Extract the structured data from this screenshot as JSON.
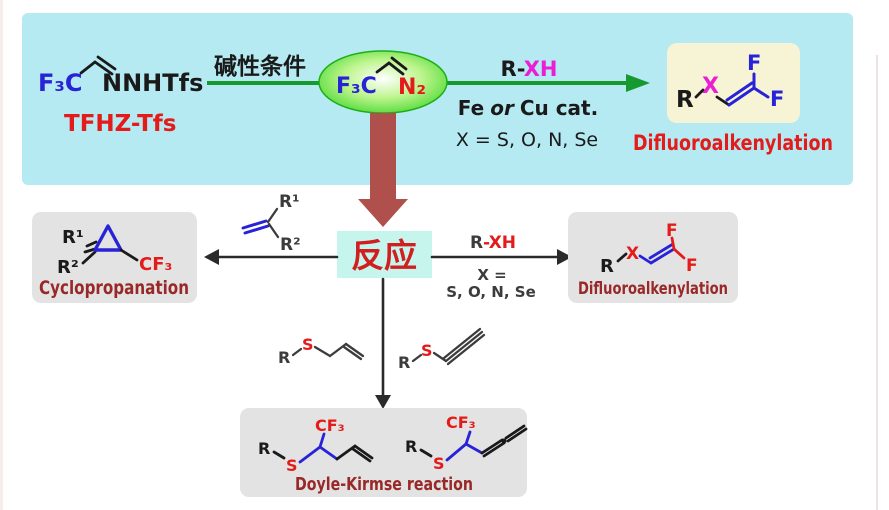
{
  "colors": {
    "banner_bg": "#b5eaf2",
    "hub_bg": "#c6f5ee",
    "green_arrow": "#169a30",
    "ellipse_green": "#2fd11d",
    "brick_arrow": "#b0504c",
    "bright_red": "#e31b1b",
    "maroon_label": "#992828",
    "blue": "#2823d6",
    "magenta": "#ea1fd5",
    "gray_box": "#e3e3e3",
    "cream_box": "#f7f4d6"
  },
  "banner": {
    "reactant": {
      "cf3": "F₃C",
      "rest": "NNHTfs",
      "name": "TFHZ-Tfs"
    },
    "step1_condition": "碱性条件",
    "diazo": {
      "cf3": "F₃C",
      "n2": "N₂"
    },
    "step2": {
      "r": "R",
      "dash": "-",
      "xh": "XH",
      "cat_fe": "Fe",
      "cat_or": "or",
      "cat_cu": "Cu cat.",
      "x_scope": "X = S, O, N, Se"
    },
    "product": {
      "r": "R",
      "x": "X",
      "f_top": "F",
      "f_right": "F"
    },
    "product_label": "Difluoroalkenylation"
  },
  "hub": {
    "label": "反应"
  },
  "cyclopropanation": {
    "reagent": {
      "r1": "R¹",
      "r2": "R²"
    },
    "product": {
      "r1": "R¹",
      "r2": "R²",
      "cf3": "CF₃"
    },
    "label": "Cyclopropanation"
  },
  "difluoroalkenylation": {
    "arrow": {
      "r": "R",
      "xh": "-XH",
      "x_eq": "X =",
      "x_list": "S, O, N, Se"
    },
    "product": {
      "r": "R",
      "x": "X",
      "f_top": "F",
      "f_right": "F"
    },
    "label": "Difluoroalkenylation"
  },
  "doyle_kirmse": {
    "allyl_reagent": {
      "r": "R",
      "s": "S"
    },
    "propargyl_reagent": {
      "r": "R",
      "s": "S"
    },
    "product_allyl": {
      "r": "R",
      "s": "S",
      "cf3": "CF₃"
    },
    "product_allene": {
      "r": "R",
      "s": "S",
      "cf3": "CF₃"
    },
    "label": "Doyle-Kirmse reaction"
  }
}
